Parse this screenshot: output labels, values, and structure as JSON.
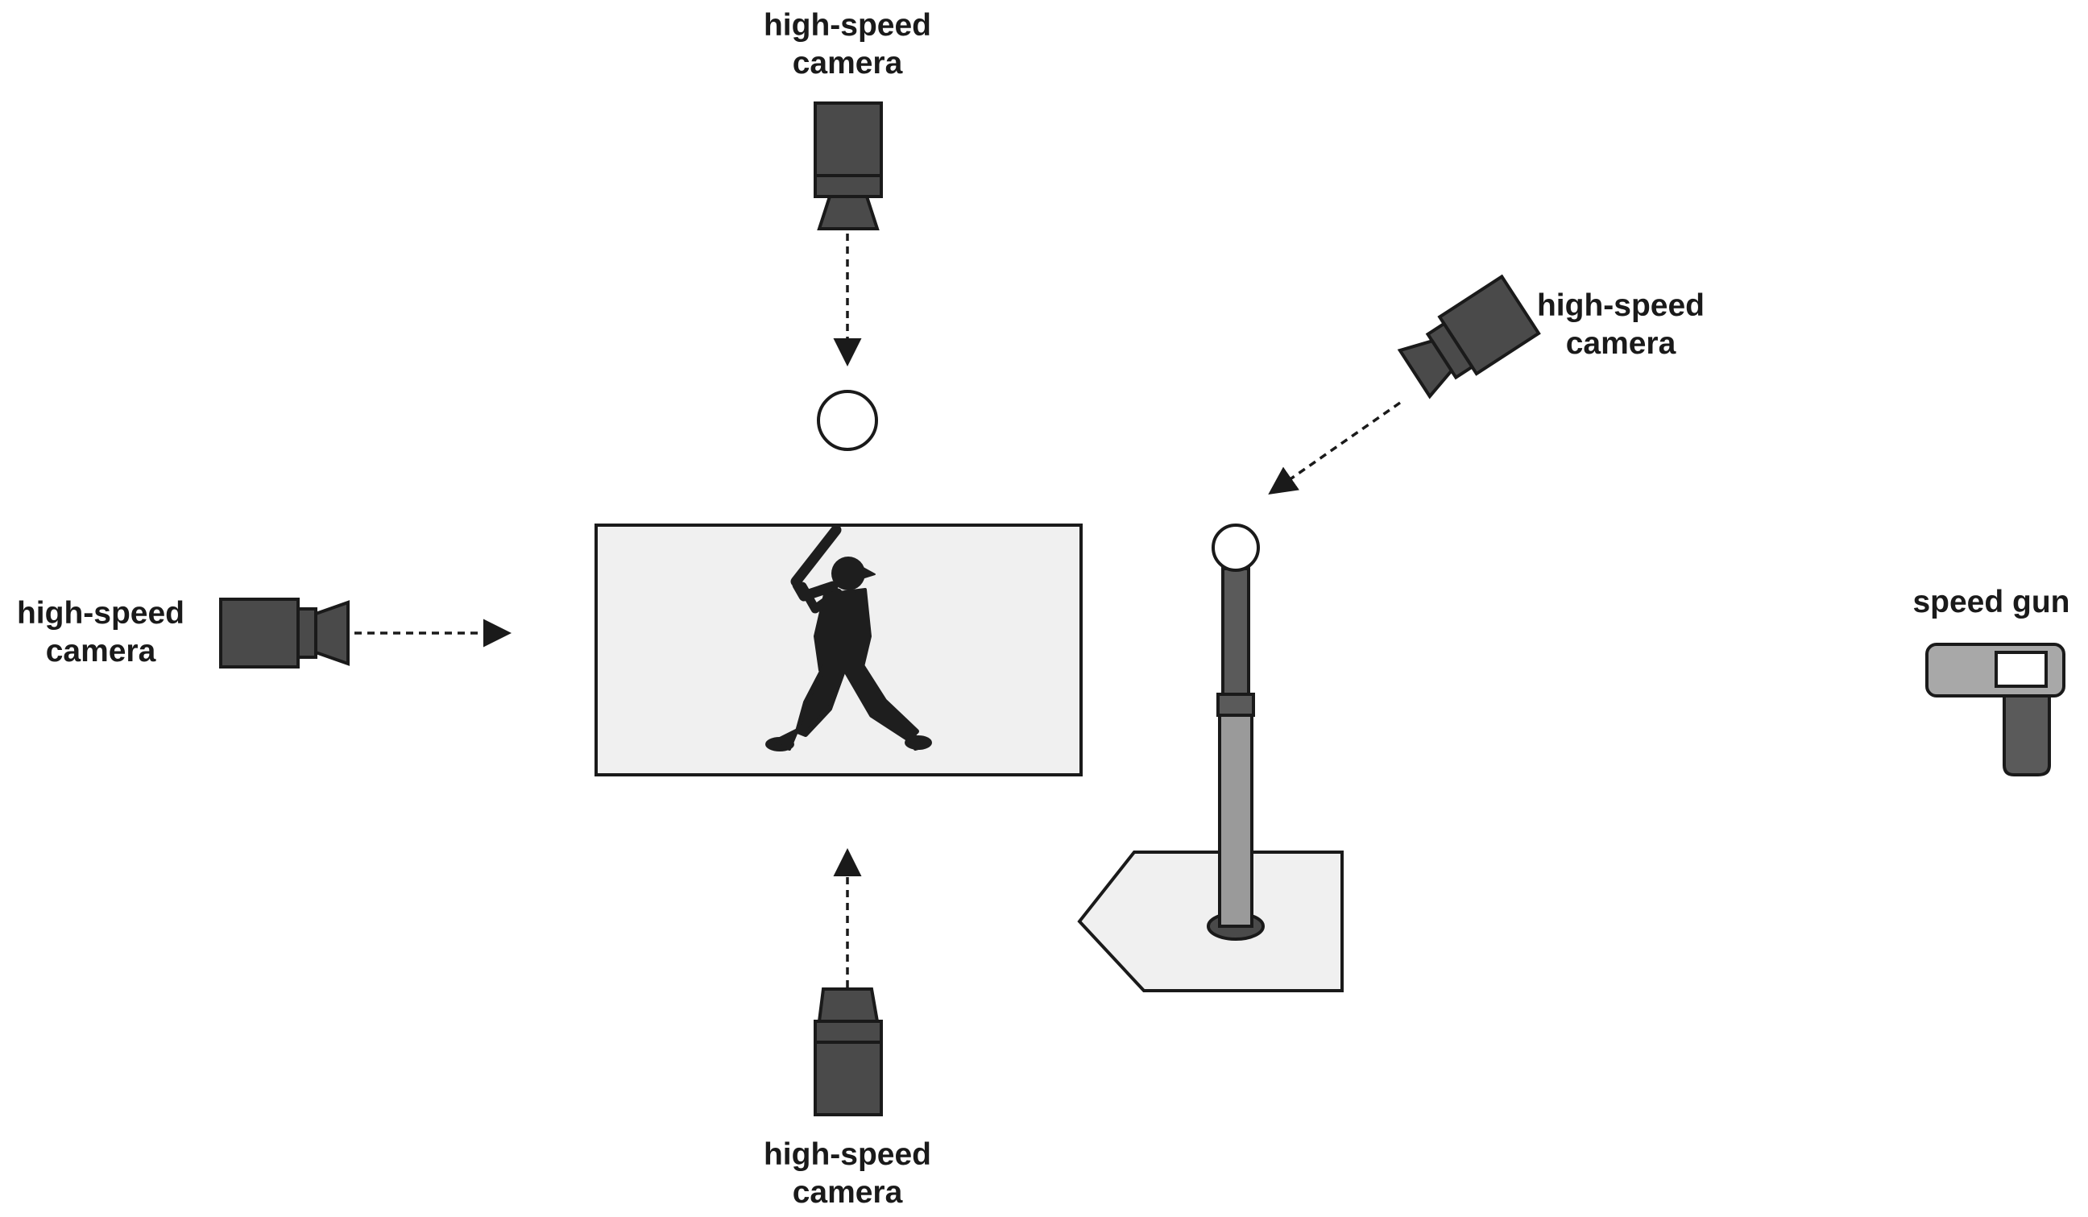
{
  "labels": {
    "camera_top": [
      "high-speed",
      "camera"
    ],
    "camera_right": [
      "high-speed",
      "camera"
    ],
    "camera_left": [
      "high-speed",
      "camera"
    ],
    "camera_bottom": [
      "high-speed",
      "camera"
    ],
    "speed_gun": "speed gun"
  },
  "colors": {
    "camera_body": "#4a4a4a",
    "outline": "#1a1a1a",
    "panel_fill": "#f0f0f0",
    "tee_stem": "#9a9a9a",
    "tee_upper": "#5a5a5a",
    "batter": "#1e1e1e",
    "speed_gun_body": "#a8a8a8",
    "speed_gun_grip": "#5a5a5a"
  },
  "icons": [
    "camera-icon",
    "batter-silhouette-icon",
    "baseball-icon",
    "batting-tee-icon",
    "home-plate-icon",
    "speed-gun-icon"
  ]
}
